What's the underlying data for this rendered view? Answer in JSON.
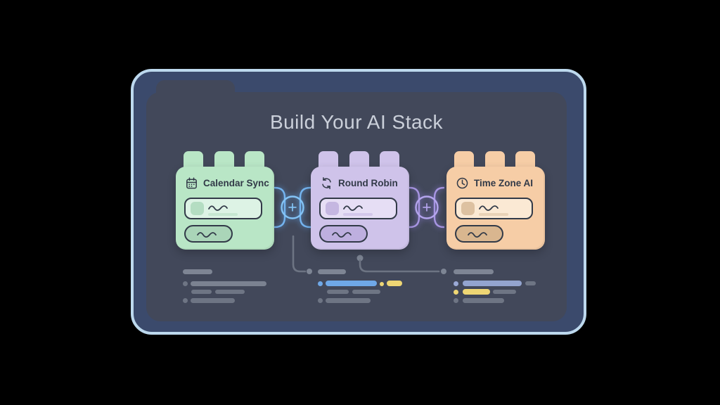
{
  "title": "Build Your AI Stack",
  "colors": {
    "background": "#000000",
    "frame_border": "#bdd9ee",
    "frame_fill": "#3b4a6c",
    "panel_bg": "#42485a",
    "title_text": "#cbd0da",
    "ink": "#323a48",
    "line_gray": "#6d7483",
    "dot_gray": "#7d8594",
    "bar_gray": "#6e7584",
    "bar_gray_light": "#7b8291",
    "header_gray": "#7e8594",
    "accent_blue": "#6fa8e8",
    "accent_yellow": "#eed674",
    "accent_periwinkle": "#93a4cf",
    "periwinkle_dot": "#9aa9d6"
  },
  "cards": [
    {
      "title": "Calendar Sync",
      "icon": "calendar-icon",
      "bg": "#b9e6c6",
      "field": "#ddf3e5",
      "blob": "#b4ddc2",
      "pill": "#aad5b8"
    },
    {
      "title": "Round Robin",
      "icon": "refresh-icon",
      "bg": "#cfc3ea",
      "field": "#e6def5",
      "blob": "#c5b7e1",
      "pill": "#beafdf"
    },
    {
      "title": "Time Zone AI",
      "icon": "clock-icon",
      "bg": "#f6cda6",
      "field": "#fbe9d4",
      "blob": "#ddc1a1",
      "pill": "#d9b68f"
    }
  ],
  "connectors": [
    {
      "symbol": "+",
      "color": "#74b4f0",
      "ring": "#84c4f6"
    },
    {
      "symbol": "+",
      "color": "#a795e2",
      "ring": "#b5a5ee"
    }
  ]
}
